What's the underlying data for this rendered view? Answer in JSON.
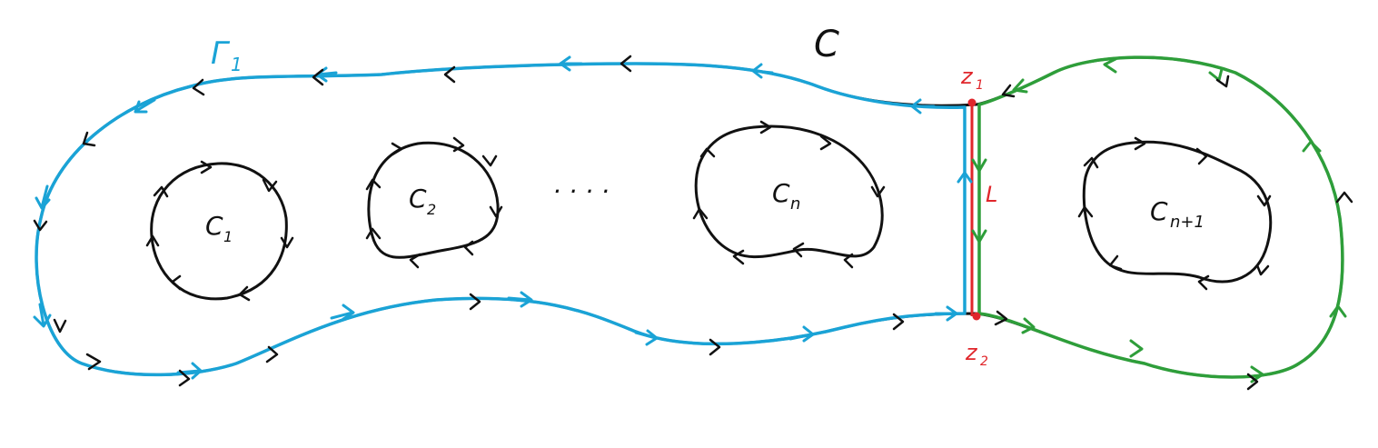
{
  "colors": {
    "outline": "#111111",
    "gamma_path": "#1aa3d6",
    "right_path": "#2e9e3a",
    "cut": "#e0262b"
  },
  "labels": {
    "outer_curve": "C",
    "path_gamma": "Γ",
    "path_gamma_sub": "1",
    "hole_1": "C",
    "hole_1_sub": "1",
    "hole_2": "C",
    "hole_2_sub": "2",
    "hole_n": "C",
    "hole_n_sub": "n",
    "hole_n1": "C",
    "hole_n1_sub": "n+1",
    "ellipsis": ". . . .",
    "cut_line": "L",
    "point_top": "z",
    "point_top_sub": "1",
    "point_bottom": "z",
    "point_bottom_sub": "2"
  }
}
